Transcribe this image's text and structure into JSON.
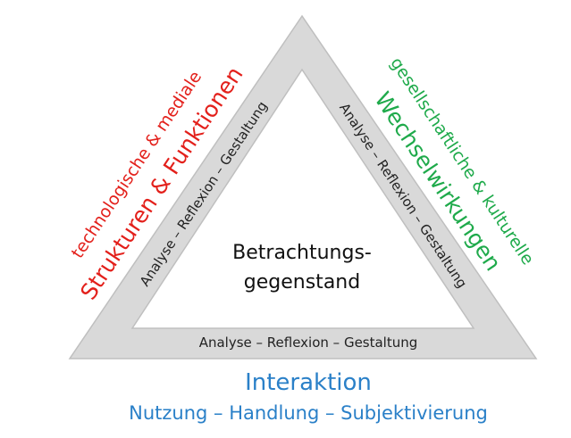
{
  "center": {
    "line1": "Betrachtungs-",
    "line2": "gegenstand"
  },
  "bands": {
    "left": "Analyse – Reflexion – Gestaltung",
    "right": "Analyse – Reflexion – Gestaltung",
    "bottom": "Analyse – Reflexion – Gestaltung"
  },
  "left_label": {
    "line1": "technologische & mediale",
    "line2": "Strukturen & Funktionen",
    "color": "#e3201b"
  },
  "right_label": {
    "line1": "gesellschaftliche & kulturelle",
    "line2": "Wechselwirkungen",
    "color": "#1faa4b"
  },
  "bottom_label": {
    "line1": "Interaktion",
    "line2": "Nutzung – Handlung – Subjektivierung",
    "color": "#2a80c8"
  }
}
